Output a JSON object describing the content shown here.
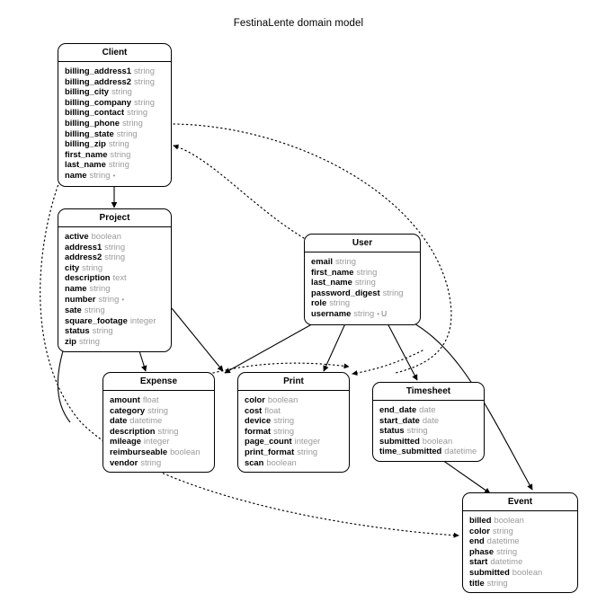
{
  "diagram": {
    "title": "FestinaLente domain model",
    "background_color": "#ffffff",
    "line_color": "#000000",
    "type_color": "#9a9a9a"
  },
  "classes": {
    "client": {
      "name": "Client",
      "attributes": [
        {
          "name": "billing_address1",
          "type": "string",
          "flag": "",
          "unique": ""
        },
        {
          "name": "billing_address2",
          "type": "string",
          "flag": "",
          "unique": ""
        },
        {
          "name": "billing_city",
          "type": "string",
          "flag": "",
          "unique": ""
        },
        {
          "name": "billing_company",
          "type": "string",
          "flag": "",
          "unique": ""
        },
        {
          "name": "billing_contact",
          "type": "string",
          "flag": "",
          "unique": ""
        },
        {
          "name": "billing_phone",
          "type": "string",
          "flag": "",
          "unique": ""
        },
        {
          "name": "billing_state",
          "type": "string",
          "flag": "",
          "unique": ""
        },
        {
          "name": "billing_zip",
          "type": "string",
          "flag": "",
          "unique": ""
        },
        {
          "name": "first_name",
          "type": "string",
          "flag": "",
          "unique": ""
        },
        {
          "name": "last_name",
          "type": "string",
          "flag": "",
          "unique": ""
        },
        {
          "name": "name",
          "type": "string",
          "flag": "•",
          "unique": ""
        }
      ]
    },
    "project": {
      "name": "Project",
      "attributes": [
        {
          "name": "active",
          "type": "boolean",
          "flag": "",
          "unique": ""
        },
        {
          "name": "address1",
          "type": "string",
          "flag": "",
          "unique": ""
        },
        {
          "name": "address2",
          "type": "string",
          "flag": "",
          "unique": ""
        },
        {
          "name": "city",
          "type": "string",
          "flag": "",
          "unique": ""
        },
        {
          "name": "description",
          "type": "text",
          "flag": "",
          "unique": ""
        },
        {
          "name": "name",
          "type": "string",
          "flag": "",
          "unique": ""
        },
        {
          "name": "number",
          "type": "string",
          "flag": "•",
          "unique": ""
        },
        {
          "name": "sate",
          "type": "string",
          "flag": "",
          "unique": ""
        },
        {
          "name": "square_footage",
          "type": "integer",
          "flag": "",
          "unique": ""
        },
        {
          "name": "status",
          "type": "string",
          "flag": "",
          "unique": ""
        },
        {
          "name": "zip",
          "type": "string",
          "flag": "",
          "unique": ""
        }
      ]
    },
    "user": {
      "name": "User",
      "attributes": [
        {
          "name": "email",
          "type": "string",
          "flag": "",
          "unique": ""
        },
        {
          "name": "first_name",
          "type": "string",
          "flag": "",
          "unique": ""
        },
        {
          "name": "last_name",
          "type": "string",
          "flag": "",
          "unique": ""
        },
        {
          "name": "password_digest",
          "type": "string",
          "flag": "",
          "unique": ""
        },
        {
          "name": "role",
          "type": "string",
          "flag": "",
          "unique": ""
        },
        {
          "name": "username",
          "type": "string",
          "flag": "•",
          "unique": "U"
        }
      ]
    },
    "expense": {
      "name": "Expense",
      "attributes": [
        {
          "name": "amount",
          "type": "float",
          "flag": "",
          "unique": ""
        },
        {
          "name": "category",
          "type": "string",
          "flag": "",
          "unique": ""
        },
        {
          "name": "date",
          "type": "datetime",
          "flag": "",
          "unique": ""
        },
        {
          "name": "description",
          "type": "string",
          "flag": "",
          "unique": ""
        },
        {
          "name": "mileage",
          "type": "integer",
          "flag": "",
          "unique": ""
        },
        {
          "name": "reimburseable",
          "type": "boolean",
          "flag": "",
          "unique": ""
        },
        {
          "name": "vendor",
          "type": "string",
          "flag": "",
          "unique": ""
        }
      ]
    },
    "print": {
      "name": "Print",
      "attributes": [
        {
          "name": "color",
          "type": "boolean",
          "flag": "",
          "unique": ""
        },
        {
          "name": "cost",
          "type": "float",
          "flag": "",
          "unique": ""
        },
        {
          "name": "device",
          "type": "string",
          "flag": "",
          "unique": ""
        },
        {
          "name": "format",
          "type": "string",
          "flag": "",
          "unique": ""
        },
        {
          "name": "page_count",
          "type": "integer",
          "flag": "",
          "unique": ""
        },
        {
          "name": "print_format",
          "type": "string",
          "flag": "",
          "unique": ""
        },
        {
          "name": "scan",
          "type": "boolean",
          "flag": "",
          "unique": ""
        }
      ]
    },
    "timesheet": {
      "name": "Timesheet",
      "attributes": [
        {
          "name": "end_date",
          "type": "date",
          "flag": "",
          "unique": ""
        },
        {
          "name": "start_date",
          "type": "date",
          "flag": "",
          "unique": ""
        },
        {
          "name": "status",
          "type": "string",
          "flag": "",
          "unique": ""
        },
        {
          "name": "submitted",
          "type": "boolean",
          "flag": "",
          "unique": ""
        },
        {
          "name": "time_submitted",
          "type": "datetime",
          "flag": "",
          "unique": ""
        }
      ]
    },
    "event": {
      "name": "Event",
      "attributes": [
        {
          "name": "billed",
          "type": "boolean",
          "flag": "",
          "unique": ""
        },
        {
          "name": "color",
          "type": "string",
          "flag": "",
          "unique": ""
        },
        {
          "name": "end",
          "type": "datetime",
          "flag": "",
          "unique": ""
        },
        {
          "name": "phase",
          "type": "string",
          "flag": "",
          "unique": ""
        },
        {
          "name": "start",
          "type": "datetime",
          "flag": "",
          "unique": ""
        },
        {
          "name": "submitted",
          "type": "boolean",
          "flag": "",
          "unique": ""
        },
        {
          "name": "title",
          "type": "string",
          "flag": "",
          "unique": ""
        }
      ]
    }
  },
  "relationships": [
    {
      "from": "Client",
      "to": "Project",
      "style": "solid"
    },
    {
      "from": "Project",
      "to": "Expense",
      "style": "solid"
    },
    {
      "from": "Project",
      "to": "Print",
      "style": "solid"
    },
    {
      "from": "Project",
      "to": "Event",
      "style": "solid"
    },
    {
      "from": "User",
      "to": "Expense",
      "style": "solid"
    },
    {
      "from": "User",
      "to": "Print",
      "style": "solid"
    },
    {
      "from": "User",
      "to": "Timesheet",
      "style": "solid"
    },
    {
      "from": "User",
      "to": "Event",
      "style": "solid"
    },
    {
      "from": "Timesheet",
      "to": "Event",
      "style": "solid"
    },
    {
      "from": "User",
      "to": "Client",
      "style": "dotted"
    },
    {
      "from": "Event",
      "to": "Client",
      "style": "dotted"
    },
    {
      "from": "Client",
      "to": "Event",
      "style": "dotted"
    },
    {
      "from": "Expense",
      "to": "Print",
      "style": "dotted"
    },
    {
      "from": "Timesheet",
      "to": "Print",
      "style": "dotted"
    },
    {
      "from": "Expense",
      "to": "Expense",
      "style": "dotted"
    }
  ]
}
